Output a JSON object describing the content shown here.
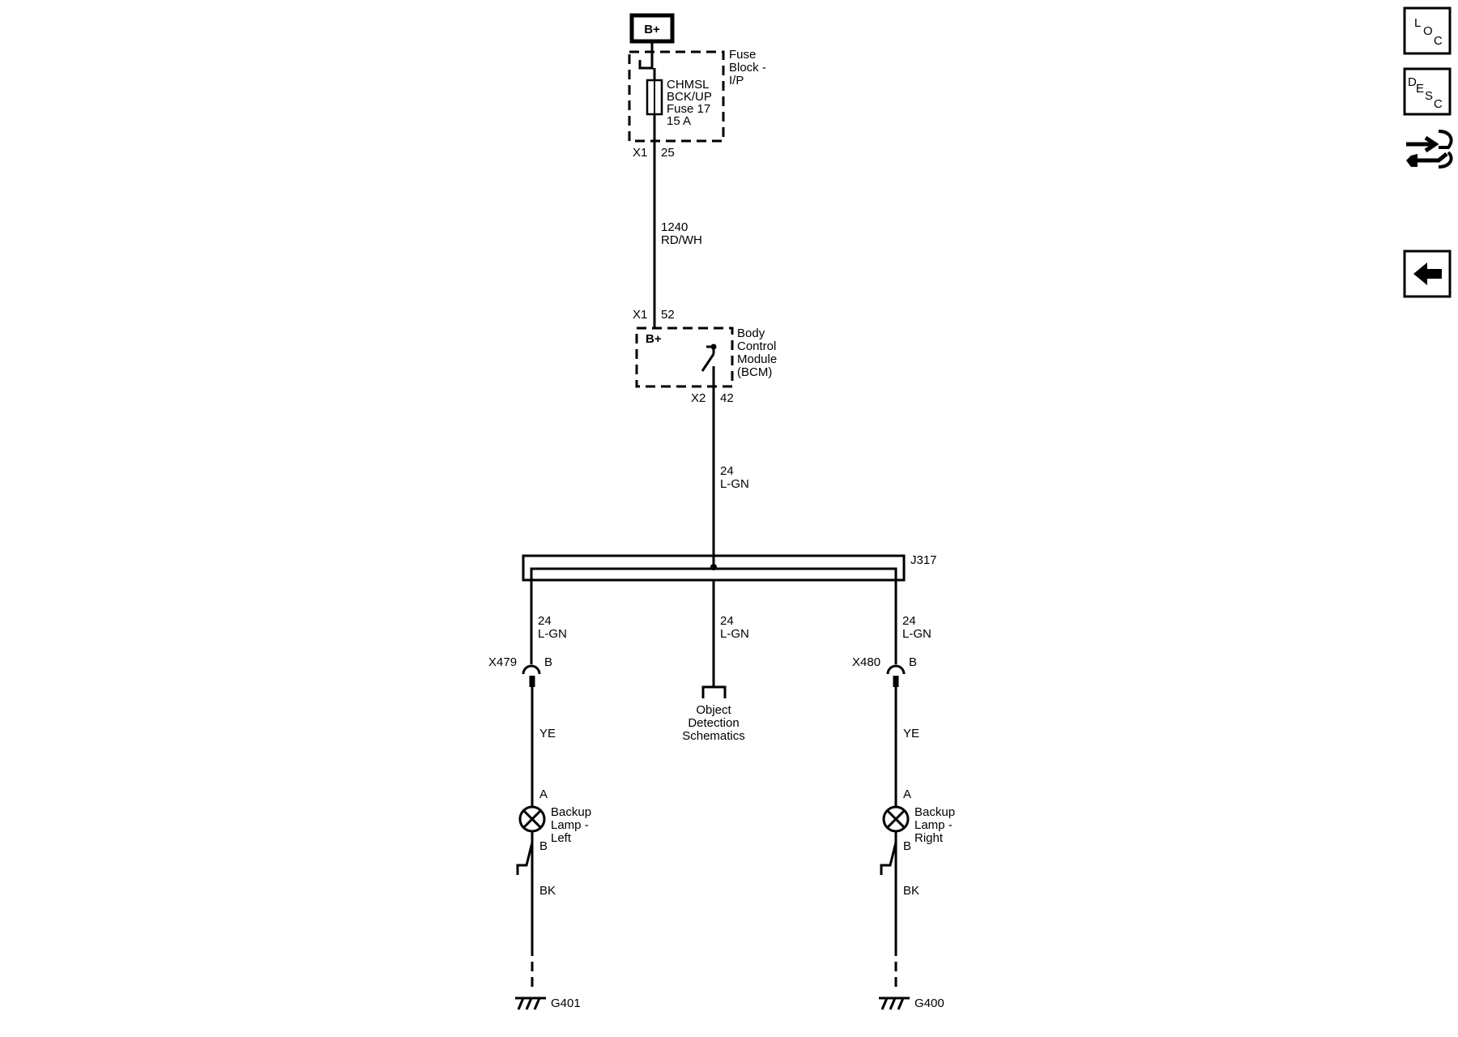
{
  "power": {
    "label": "B+"
  },
  "fuse_block": {
    "name_lines": [
      "Fuse",
      "Block -",
      "I/P"
    ],
    "fuse_lines": [
      "CHMSL",
      "BCK/UP",
      "Fuse 17",
      "15 A"
    ],
    "connector": "X1",
    "pin": "25"
  },
  "wire_1240": {
    "circuit": "1240",
    "color": "RD/WH"
  },
  "bcm": {
    "name_lines": [
      "Body",
      "Control",
      "Module",
      "(BCM)"
    ],
    "supply_label": "B+",
    "in_connector": "X1",
    "in_pin": "52",
    "out_connector": "X2",
    "out_pin": "42"
  },
  "wire_24_main": {
    "circuit": "24",
    "color": "L-GN"
  },
  "splice": {
    "label": "J317"
  },
  "left_branch": {
    "circuit": "24",
    "color": "L-GN",
    "connector": "X479",
    "connector_pin": "B",
    "wire_color": "YE",
    "lamp_pin_a": "A",
    "lamp_pin_b": "B",
    "lamp_lines": [
      "Backup",
      "Lamp -",
      "Left"
    ],
    "ground_color": "BK",
    "ground": "G401"
  },
  "center_branch": {
    "circuit": "24",
    "color": "L-GN",
    "ref_lines": [
      "Object",
      "Detection",
      "Schematics"
    ]
  },
  "right_branch": {
    "circuit": "24",
    "color": "L-GN",
    "connector": "X480",
    "connector_pin": "B",
    "wire_color": "YE",
    "lamp_pin_a": "A",
    "lamp_pin_b": "B",
    "lamp_lines": [
      "Backup",
      "Lamp -",
      "Right"
    ],
    "ground_color": "BK",
    "ground": "G400"
  },
  "nav": {
    "loc": [
      "L",
      "O",
      "C"
    ],
    "desc": [
      "D",
      "E",
      "S",
      "C"
    ],
    "items": [
      "loc-icon",
      "desc-icon",
      "connector-tool-icon",
      "back-arrow-icon"
    ]
  }
}
